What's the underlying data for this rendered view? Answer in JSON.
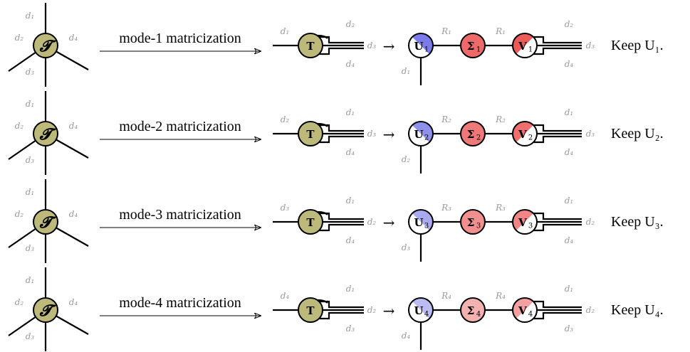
{
  "colors": {
    "tensor": "#bdb97a",
    "u": [
      "#7b7bea",
      "#8f8fec",
      "#a9a9f0",
      "#bcbcf3"
    ],
    "sigma": [
      "#ee6a6a",
      "#ef7878",
      "#f18e8e",
      "#f5b0b0"
    ],
    "v": [
      "#ee5a5a",
      "#ef6e6e",
      "#f18484",
      "#f3a0a0"
    ]
  },
  "rows": [
    {
      "tensor_symbol": "𝓣",
      "leg_labels": {
        "top": "d₁",
        "left": "d₂",
        "right": "d₄",
        "bottom": "d₃"
      },
      "arrow_label": "mode-1 matricization",
      "T": {
        "symbol": "T",
        "left_label": "d₁",
        "right_top": "d₂",
        "right_bottom": "d₄",
        "right_mid": "d₃"
      },
      "U": {
        "symbol": "U",
        "sub": "1",
        "bottom_label": "d₁"
      },
      "R_label_1": "R₁",
      "S": {
        "symbol": "Σ",
        "sub": "1"
      },
      "R_label_2": "R₁",
      "V": {
        "symbol": "V",
        "sub": "1",
        "right_top": "d₂",
        "right_bottom": "d₄",
        "right_mid": "d₃"
      },
      "keep_text": "Keep U₁."
    },
    {
      "tensor_symbol": "𝓣",
      "leg_labels": {
        "top": "d₁",
        "left": "d₂",
        "right": "d₄",
        "bottom": "d₃"
      },
      "arrow_label": "mode-2 matricization",
      "T": {
        "symbol": "T",
        "left_label": "d₂",
        "right_top": "d₁",
        "right_bottom": "d₄",
        "right_mid": "d₃"
      },
      "U": {
        "symbol": "U",
        "sub": "2",
        "bottom_label": "d₂"
      },
      "R_label_1": "R₂",
      "S": {
        "symbol": "Σ",
        "sub": "2"
      },
      "R_label_2": "R₂",
      "V": {
        "symbol": "V",
        "sub": "2",
        "right_top": "d₁",
        "right_bottom": "d₄",
        "right_mid": "d₃"
      },
      "keep_text": "Keep U₂."
    },
    {
      "tensor_symbol": "𝓣",
      "leg_labels": {
        "top": "d₁",
        "left": "d₂",
        "right": "d₄",
        "bottom": "d₃"
      },
      "arrow_label": "mode-3 matricization",
      "T": {
        "symbol": "T",
        "left_label": "d₃",
        "right_top": "d₁",
        "right_bottom": "d₄",
        "right_mid": "d₂"
      },
      "U": {
        "symbol": "U",
        "sub": "3",
        "bottom_label": "d₃"
      },
      "R_label_1": "R₃",
      "S": {
        "symbol": "Σ",
        "sub": "3"
      },
      "R_label_2": "R₃",
      "V": {
        "symbol": "V",
        "sub": "3",
        "right_top": "d₁",
        "right_bottom": "d₄",
        "right_mid": "d₂"
      },
      "keep_text": "Keep U₃."
    },
    {
      "tensor_symbol": "𝓣",
      "leg_labels": {
        "top": "d₁",
        "left": "d₂",
        "right": "d₄",
        "bottom": "d₃"
      },
      "arrow_label": "mode-4 matricization",
      "T": {
        "symbol": "T",
        "left_label": "d₄",
        "right_top": "d₁",
        "right_bottom": "d₃",
        "right_mid": "d₂"
      },
      "U": {
        "symbol": "U",
        "sub": "4",
        "bottom_label": "d₄"
      },
      "R_label_1": "R₄",
      "S": {
        "symbol": "Σ",
        "sub": "4"
      },
      "R_label_2": "R₄",
      "V": {
        "symbol": "V",
        "sub": "4",
        "right_top": "d₁",
        "right_bottom": "d₃",
        "right_mid": "d₂"
      },
      "keep_text": "Keep U₄."
    }
  ]
}
